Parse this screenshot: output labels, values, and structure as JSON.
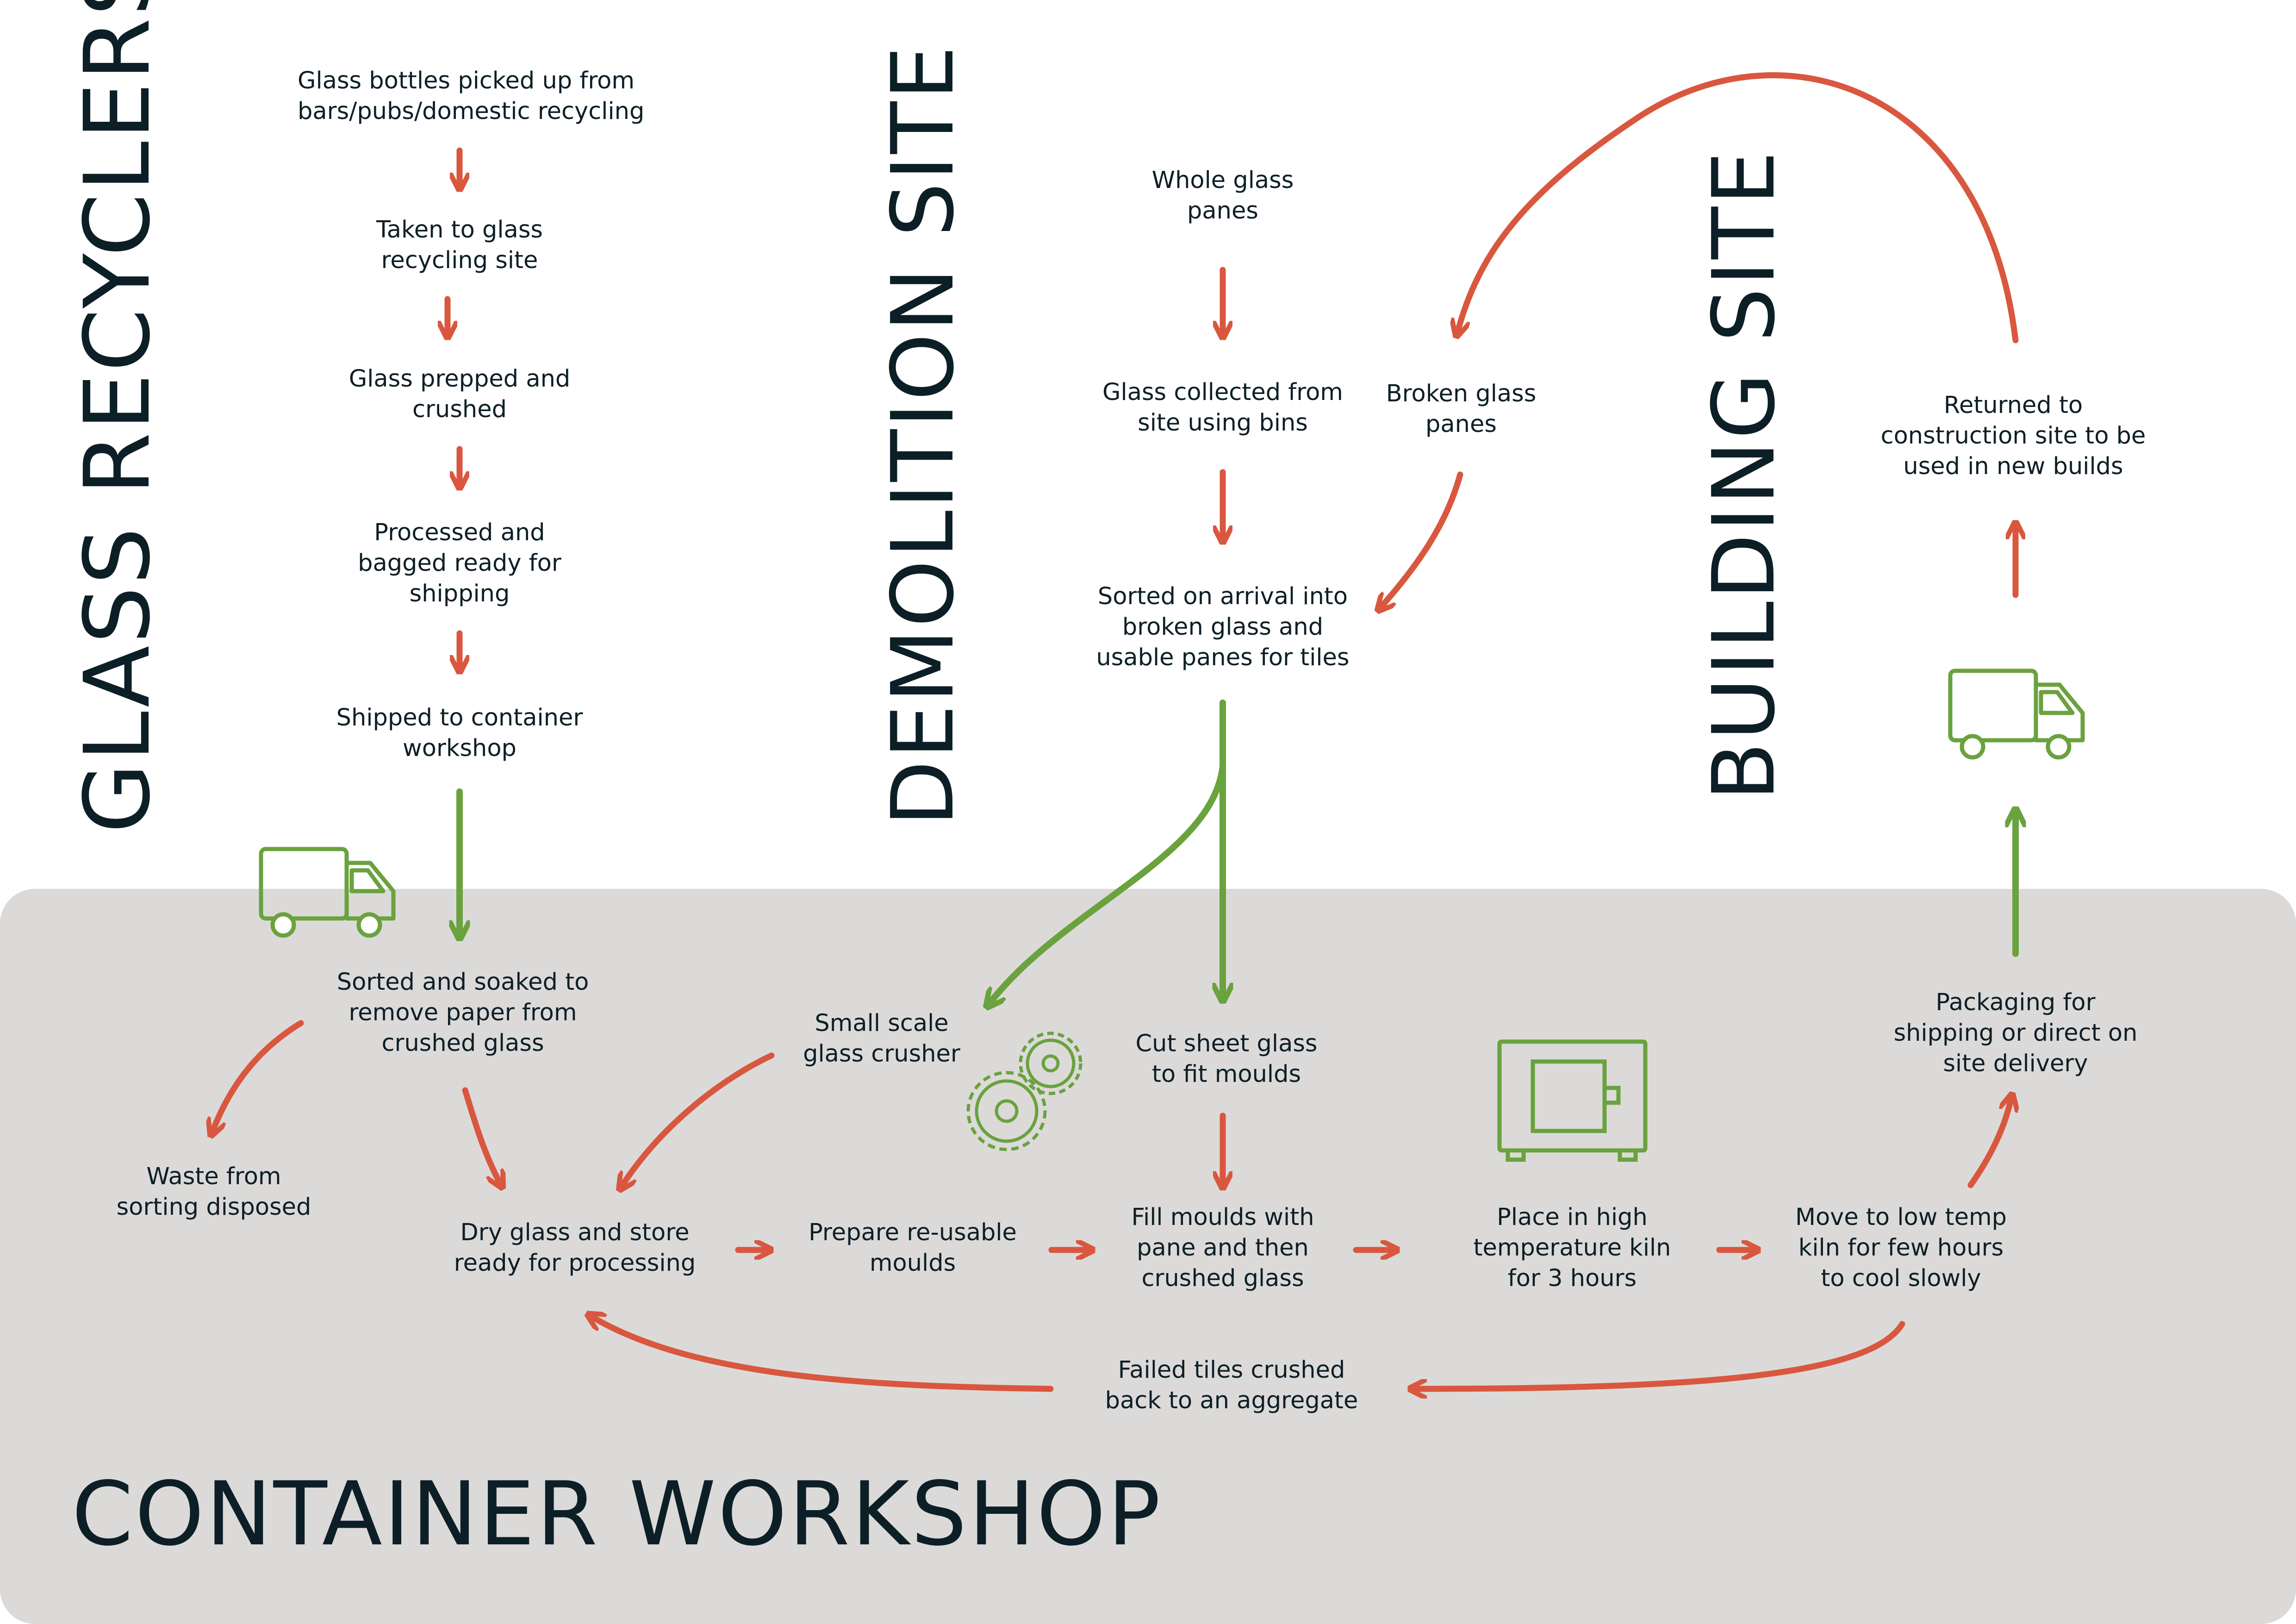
{
  "colors": {
    "process_arrow": "#d9573f",
    "transport_arrow": "#6aa23e",
    "workshop_bg": "#dcdad9",
    "text": "#0d1f26"
  },
  "zones": {
    "glass_recyclers": "GLASS RECYCLERS",
    "demolition_site": "DEMOLITION SITE",
    "building_site": "BUILDING SITE",
    "container_workshop": "CONTAINER WORKSHOP"
  },
  "steps": {
    "bottles_picked_up": [
      "Glass bottles picked up from",
      "bars/pubs/domestic recycling"
    ],
    "taken_to_site": [
      "Taken to glass",
      "recycling site"
    ],
    "prepped_crushed": [
      "Glass prepped and",
      "crushed"
    ],
    "processed_bagged": [
      "Processed and",
      "bagged ready for",
      "shipping"
    ],
    "shipped_workshop": [
      "Shipped to container",
      "workshop"
    ],
    "whole_panes": [
      "Whole glass",
      "panes"
    ],
    "collected_bins": [
      "Glass collected from",
      "site using bins"
    ],
    "broken_panes": [
      "Broken glass",
      "panes"
    ],
    "sorted_arrival": [
      "Sorted on arrival into",
      "broken glass and",
      "usable panes for tiles"
    ],
    "returned_construction": [
      "Returned to",
      "construction site to be",
      "used in new builds"
    ],
    "sorted_soaked": [
      "Sorted and soaked to",
      "remove paper from",
      "crushed glass"
    ],
    "small_crusher": [
      "Small scale",
      "glass crusher"
    ],
    "cut_sheet": [
      "Cut sheet glass",
      "to fit moulds"
    ],
    "packaging": [
      "Packaging for",
      "shipping or direct on",
      "site delivery"
    ],
    "waste_disposed": [
      "Waste from",
      "sorting disposed"
    ],
    "dry_store": [
      "Dry glass and store",
      "ready for processing"
    ],
    "prepare_moulds": [
      "Prepare re-usable",
      "moulds"
    ],
    "fill_moulds": [
      "Fill moulds with",
      "pane and then",
      "crushed glass"
    ],
    "high_kiln": [
      "Place in high",
      "temperature kiln",
      "for 3 hours"
    ],
    "low_kiln": [
      "Move to low temp",
      "kiln for few hours",
      "to cool slowly"
    ],
    "failed_tiles": [
      "Failed tiles crushed",
      "back to an aggregate"
    ]
  },
  "icons": {
    "truck": "truck-icon",
    "gears": "gears-icon",
    "kiln": "kiln-icon"
  }
}
